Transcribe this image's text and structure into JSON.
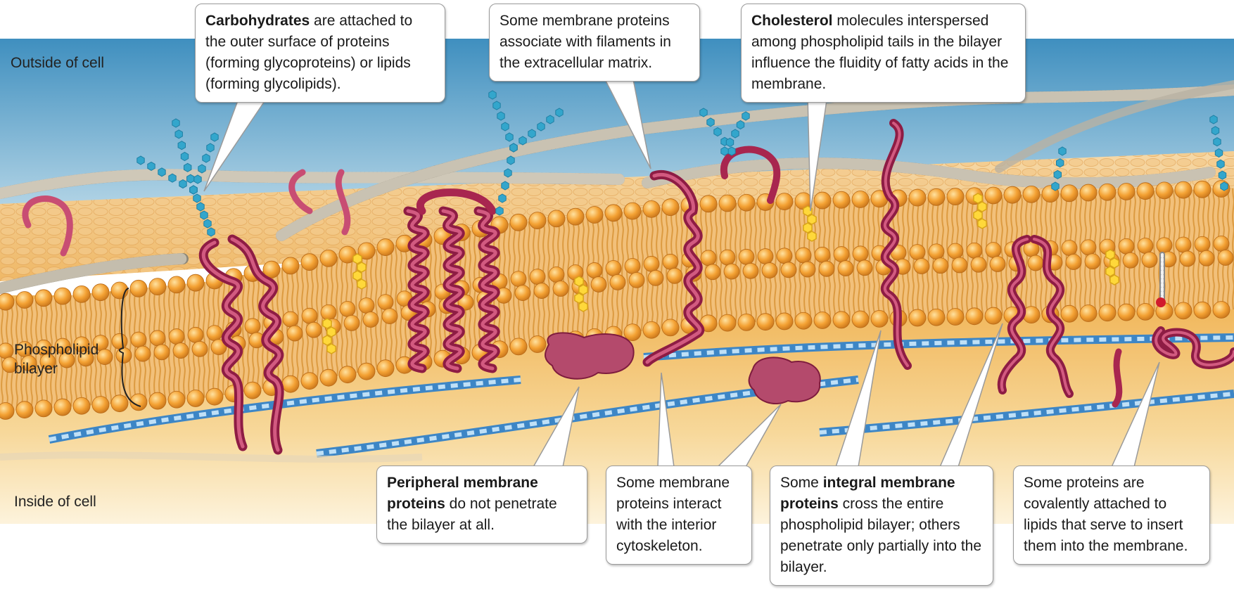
{
  "labels": {
    "outside": "Outside of cell",
    "inside": "Inside of cell",
    "bilayer_line1": "Phospholipid",
    "bilayer_line2": "bilayer"
  },
  "callouts": {
    "carbohydrates": {
      "bold": "Carbohydrates",
      "text": " are attached to the outer surface of proteins (forming glycoproteins) or lipids (forming glycolipids)."
    },
    "filaments": {
      "bold": "",
      "text": "Some membrane proteins associate with filaments in the extracellular matrix."
    },
    "cholesterol": {
      "bold": "Cholesterol",
      "text": " molecules interspersed among phospholipid tails in the bilayer influence the fluidity of fatty acids in the membrane."
    },
    "peripheral": {
      "bold": "Peripheral membrane proteins",
      "text": " do not penetrate the bilayer at all."
    },
    "cytoskeleton": {
      "bold": "",
      "text": "Some membrane proteins interact with the interior cytoskeleton."
    },
    "integral": {
      "pre": "Some ",
      "bold": "integral membrane proteins",
      "text": " cross the entire phospholipid bilayer; others penetrate only partially into the bilayer."
    },
    "lipid_anchor": {
      "bold": "",
      "text": "Some proteins are covalently attached to lipids that serve to insert them into the membrane."
    }
  },
  "colors": {
    "outside_top": "#3f8fbf",
    "outside_bottom": "#c8e0ec",
    "inside_top": "#f0b85a",
    "inside_bottom": "#fbeed0",
    "lipid_head": "#f0a030",
    "lipid_tail": "#e8a848",
    "protein": "#a0224e",
    "carbohydrate": "#33a6cc",
    "cholesterol": "#ffd83a",
    "cytoskeleton": "#5fa8dc",
    "ecm_filament": "#a09a8c"
  }
}
